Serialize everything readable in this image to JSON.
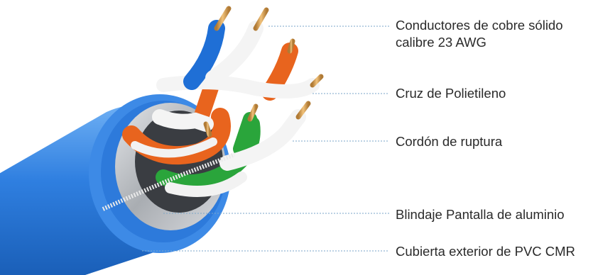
{
  "labels": {
    "conductors_line1": "Conductores de cobre sólido",
    "conductors_line2": "calibre 23 AWG",
    "cross": "Cruz de Polietileno",
    "ripcord": "Cordón de ruptura",
    "shield": "Blindaje Pantalla de aluminio",
    "jacket": "Cubierta exterior de PVC CMR"
  },
  "colors": {
    "jacket_blue": "#2f7fe0",
    "wire_blue": "#1f6fd6",
    "wire_orange": "#e8641e",
    "wire_green": "#2aa53b",
    "wire_white": "#f2f2f2",
    "copper": "#d9a45a",
    "foil": "#b9bcc0",
    "leader_line": "#7aa6c9"
  },
  "icons": [
    "cable-illustration"
  ]
}
